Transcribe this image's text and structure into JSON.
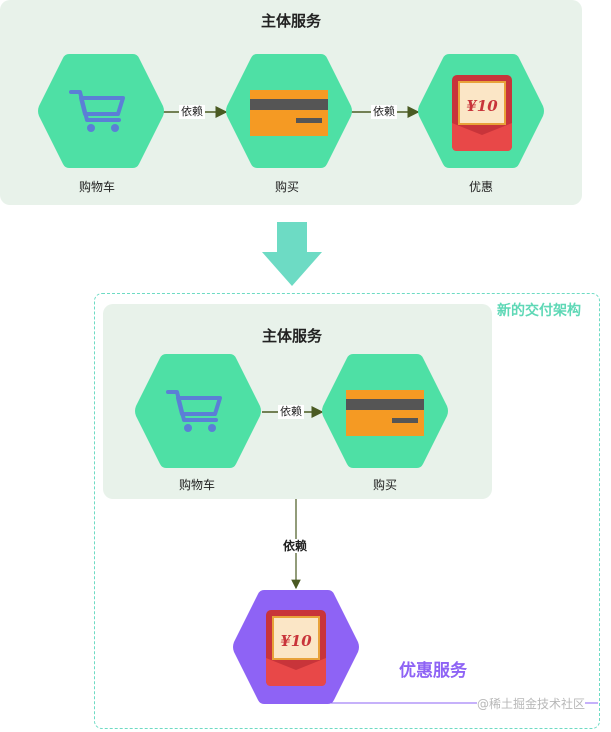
{
  "top_group": {
    "title": "主体服务",
    "nodes": [
      {
        "label": "购物车",
        "icon": "cart-icon"
      },
      {
        "label": "购买",
        "icon": "card-icon"
      },
      {
        "label": "优惠",
        "icon": "coupon-icon"
      }
    ],
    "edges": [
      {
        "label": "依赖"
      },
      {
        "label": "依赖"
      }
    ]
  },
  "new_arch": {
    "title": "新的交付架构",
    "inner_group": {
      "title": "主体服务",
      "nodes": [
        {
          "label": "购物车",
          "icon": "cart-icon"
        },
        {
          "label": "购买",
          "icon": "card-icon"
        }
      ],
      "edge": {
        "label": "依赖"
      }
    },
    "dependency": {
      "label": "依赖"
    },
    "coupon_service": {
      "label": "优惠服务",
      "icon": "coupon-icon"
    }
  },
  "coupon_text": "¥10",
  "watermark": "@稀土掘金技术社区",
  "colors": {
    "hex_green": "#4ee0a5",
    "hex_purple": "#8e63f5",
    "panel_bg": "#e8f2ea",
    "arrow_teal": "#6ddbc4",
    "dashed_border": "#6ddbc4",
    "new_arch_title": "#5fd8b6",
    "service_title": "#8e63f5"
  }
}
